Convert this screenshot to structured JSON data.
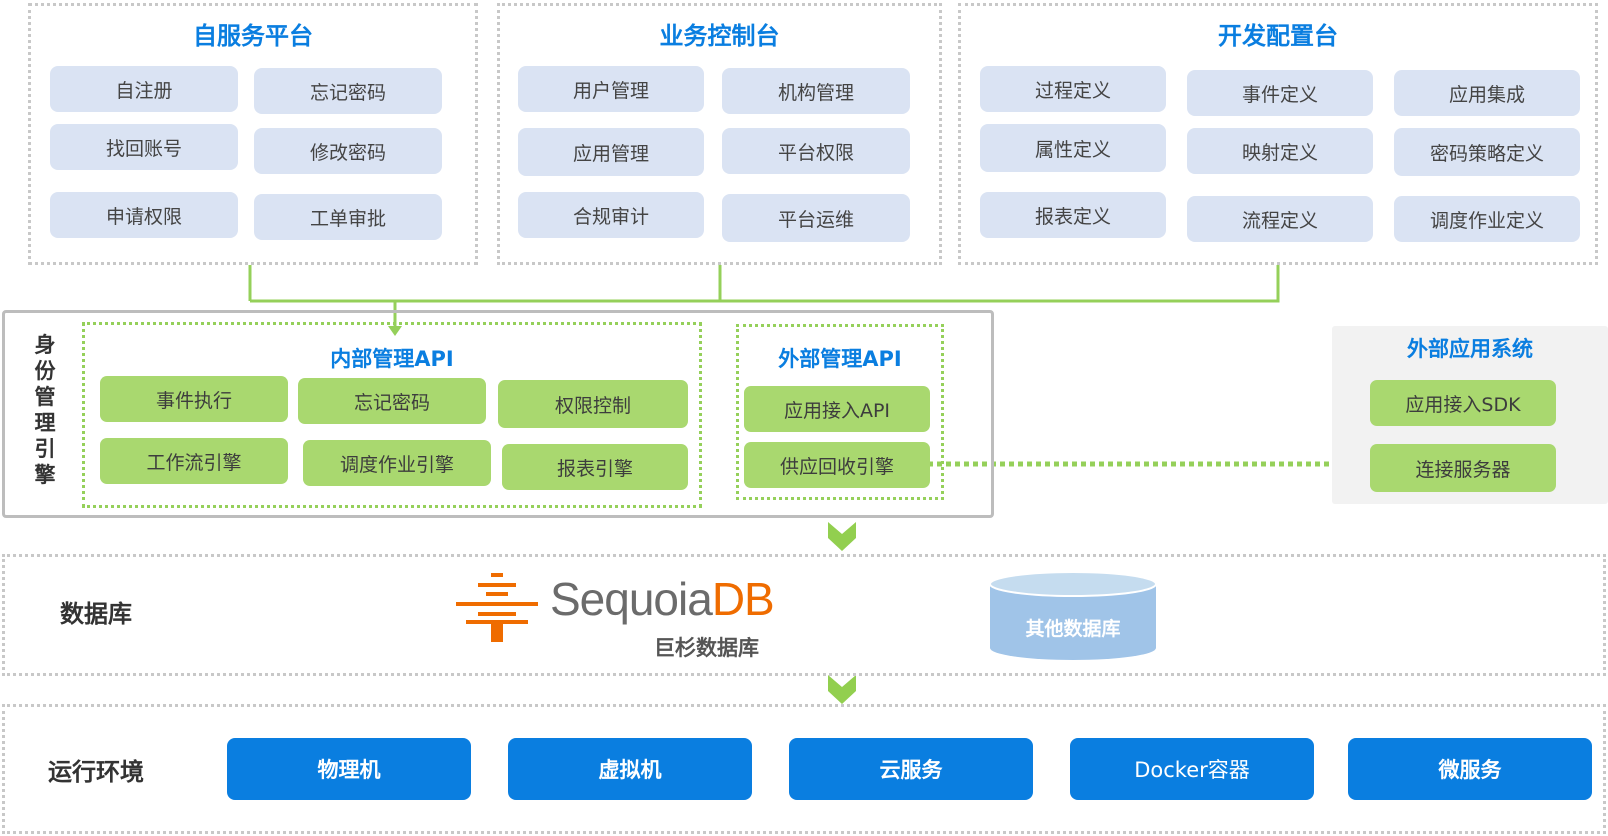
{
  "colors": {
    "title_blue": "#0a7ee0",
    "pill_blue_gray": "#dae3f3",
    "pill_green": "#a9d86f",
    "connector_green": "#95d05a",
    "runtime_blue": "#0a7ee0",
    "sequoia_orange": "#ef6c00",
    "db_cylinder": "#a0c4e8"
  },
  "top_panels": [
    {
      "title": "自服务平台",
      "items": [
        "自注册",
        "忘记密码",
        "找回账号",
        "修改密码",
        "申请权限",
        "工单审批"
      ]
    },
    {
      "title": "业务控制台",
      "items": [
        "用户管理",
        "机构管理",
        "应用管理",
        "平台权限",
        "合规审计",
        "平台运维"
      ]
    },
    {
      "title": "开发配置台",
      "items": [
        "过程定义",
        "事件定义",
        "应用集成",
        "属性定义",
        "映射定义",
        "密码策略定义",
        "报表定义",
        "流程定义",
        "调度作业定义"
      ]
    }
  ],
  "identity_engine": {
    "label": "身份管理引擎",
    "label_chars": [
      "身",
      "份",
      "管",
      "理",
      "引",
      "擎"
    ],
    "internal_api": {
      "title": "内部管理API",
      "items": [
        "事件执行",
        "忘记密码",
        "权限控制",
        "工作流引擎",
        "调度作业引擎",
        "报表引擎"
      ]
    },
    "external_api": {
      "title": "外部管理API",
      "items": [
        "应用接入API",
        "供应回收引擎"
      ]
    }
  },
  "external_system": {
    "title": "外部应用系统",
    "items": [
      "应用接入SDK",
      "连接服务器"
    ]
  },
  "database_layer": {
    "label": "数据库",
    "sequoia_logo": {
      "name_gray": "Sequoia",
      "name_orange": "DB",
      "subtitle": "巨杉数据库"
    },
    "other_db": "其他数据库"
  },
  "runtime_layer": {
    "label": "运行环境",
    "items": [
      "物理机",
      "虚拟机",
      "云服务",
      "Docker容器",
      "微服务"
    ]
  }
}
